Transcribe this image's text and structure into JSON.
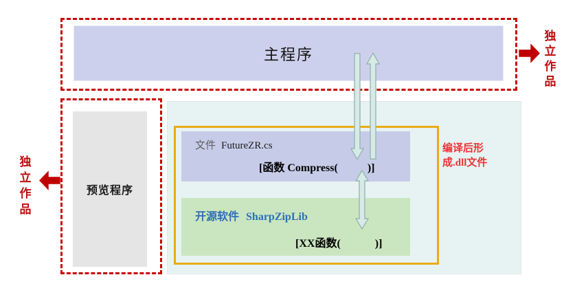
{
  "main_program": {
    "label": "主程序"
  },
  "preview_program": {
    "label": "预览程序"
  },
  "independent_right": {
    "label": "独立作品"
  },
  "independent_left": {
    "label": "独立作品"
  },
  "dll_note": {
    "line1": "编译后形",
    "line2": "成.dll文件"
  },
  "file_box": {
    "type_label": "文件",
    "file_name": "FutureZR.cs",
    "func_open": "[函数 Compress(",
    "func_close": ")]"
  },
  "oss_box": {
    "type_label": "开源软件",
    "name": "SharpZipLib",
    "func_open": "[XX函数(",
    "func_close": ")]"
  },
  "colors": {
    "dash-red": "#c80000",
    "red-text": "#bd0d0d",
    "red-arrow": "#c00000",
    "bright-red": "#ee3237",
    "lavender": "#cdd0ec",
    "file-lav": "#c6cce8",
    "green": "#cae6c0",
    "cyan": "#e7f3f2",
    "gray-box": "#e5e5e5",
    "yellow": "#e9ab17",
    "blue-text": "#2e6fb7",
    "arrow-fill": "#d7eae6",
    "arrow-stroke": "#94b7b2"
  }
}
